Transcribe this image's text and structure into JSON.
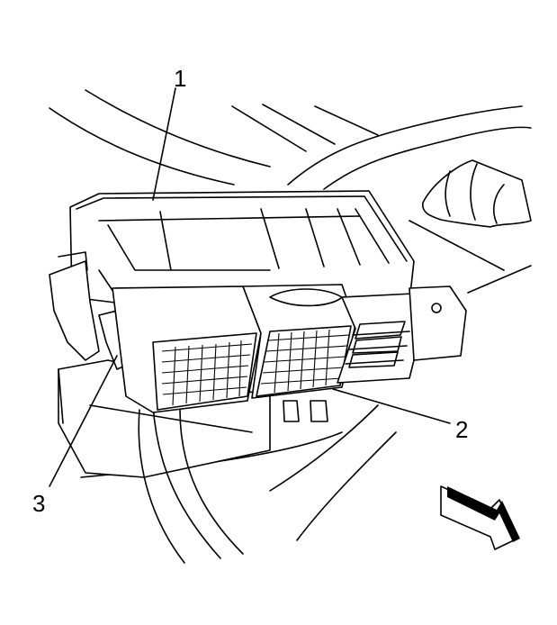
{
  "callouts": [
    {
      "id": "1",
      "text": "1"
    },
    {
      "id": "2",
      "text": "2"
    },
    {
      "id": "3",
      "text": "3"
    }
  ],
  "icons": {
    "direction_arrow": "view-direction-arrow-icon"
  },
  "colors": {
    "line": "#000000",
    "background": "#ffffff"
  }
}
